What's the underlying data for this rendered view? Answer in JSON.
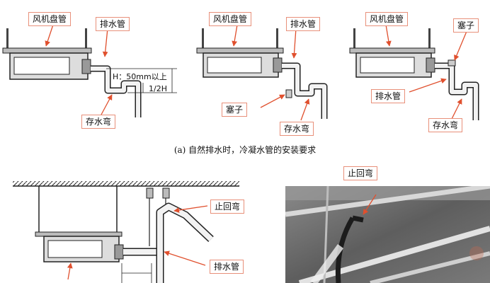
{
  "labels": {
    "fan_coil": "风机盘管",
    "drain_pipe": "排水管",
    "trap": "存水弯",
    "plug": "塞子",
    "check_bend": "止回弯"
  },
  "dimension_texts": {
    "height_note": "H：50mm以上",
    "half_height": "1/2H"
  },
  "caption_a": "(a) 自然排水时，冷凝水管的安装要求",
  "colors": {
    "label_border": "#e8907a",
    "arrow": "#e0502e",
    "line": "#222222",
    "pipe_fill": "#f2f2f2",
    "unit_fill": "#dddddd"
  }
}
